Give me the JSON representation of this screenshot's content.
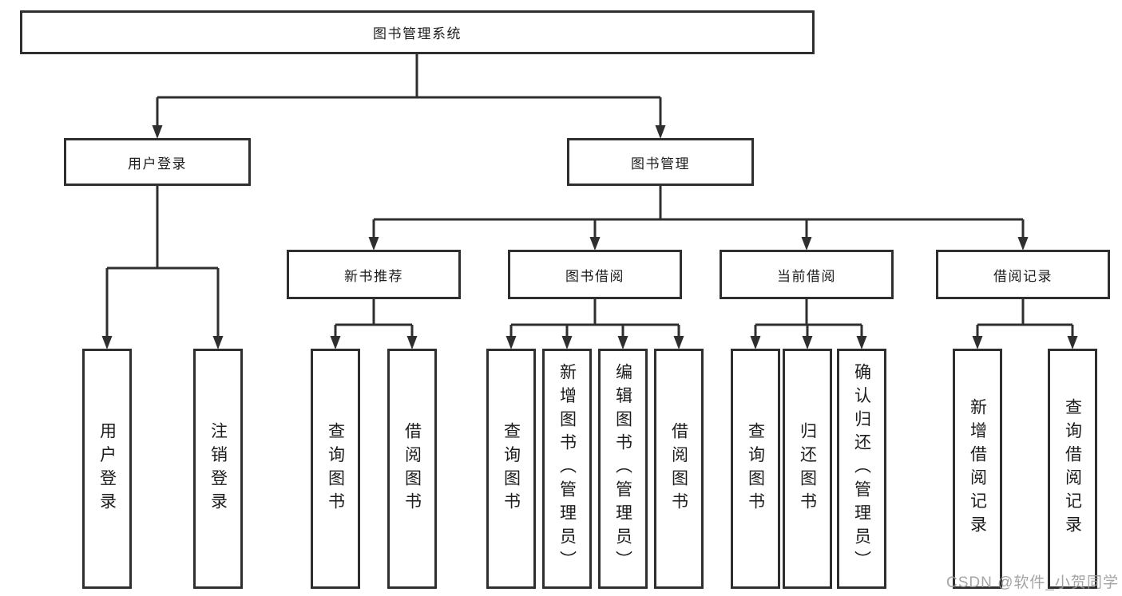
{
  "tree": {
    "label": "图书管理系统",
    "children": [
      {
        "label": "用户登录",
        "children": [
          {
            "label": "用户登录"
          },
          {
            "label": "注销登录"
          }
        ]
      },
      {
        "label": "图书管理",
        "children": [
          {
            "label": "新书推荐",
            "children": [
              {
                "label": "查询图书"
              },
              {
                "label": "借阅图书"
              }
            ]
          },
          {
            "label": "图书借阅",
            "children": [
              {
                "label": "查询图书"
              },
              {
                "label": "新增图书（管理员）"
              },
              {
                "label": "编辑图书（管理员）"
              },
              {
                "label": "借阅图书"
              }
            ]
          },
          {
            "label": "当前借阅",
            "children": [
              {
                "label": "查询图书"
              },
              {
                "label": "归还图书"
              },
              {
                "label": "确认归还（管理员）"
              }
            ]
          },
          {
            "label": "借阅记录",
            "children": [
              {
                "label": "新增借阅记录"
              },
              {
                "label": "查询借阅记录"
              }
            ]
          }
        ]
      }
    ]
  },
  "watermark": {
    "text": "CSDN @软件_小贺同学"
  },
  "colors": {
    "line": "#2f2f2f",
    "text": "#1c1c1c",
    "watermark": "#9b9b9b",
    "background": "#ffffff"
  }
}
